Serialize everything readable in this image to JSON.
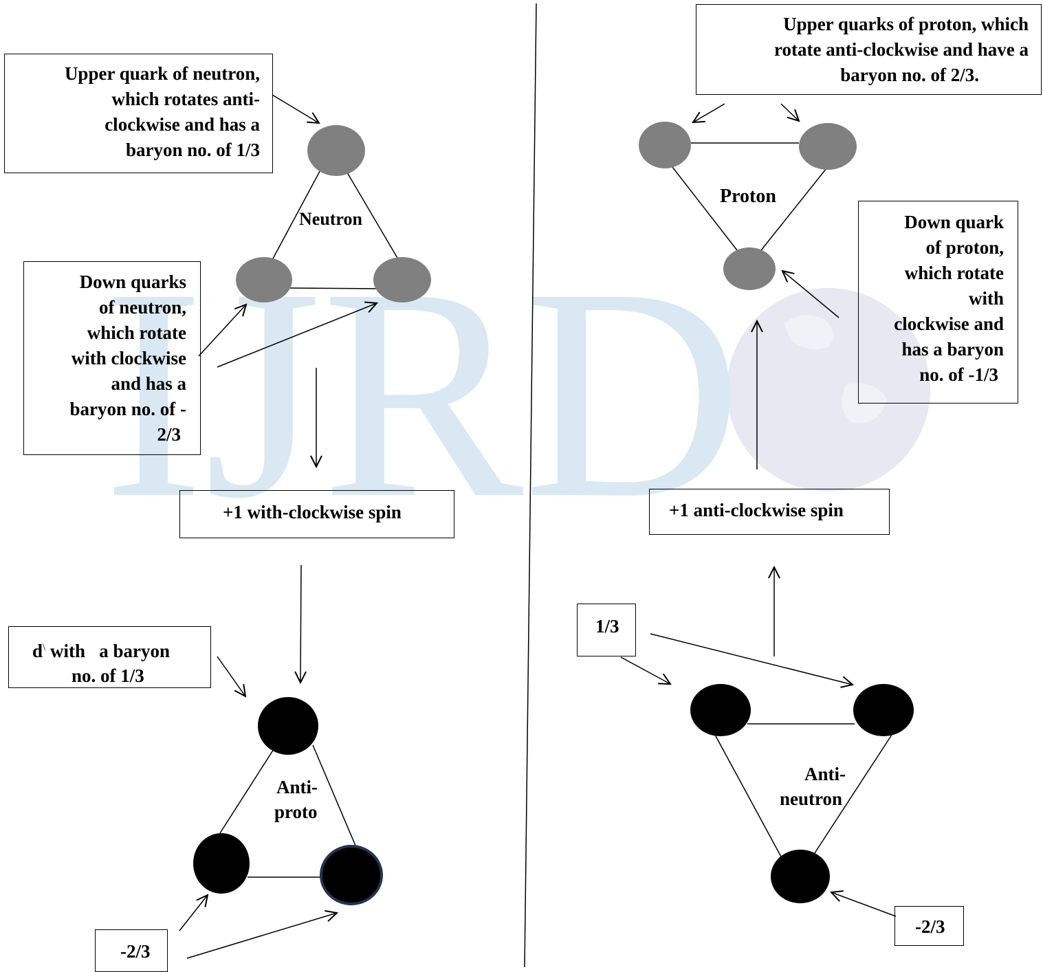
{
  "watermark": {
    "text": "IJRD",
    "letter_color": "#d9e8f2",
    "globe_color": "#e7e8f1"
  },
  "colors": {
    "quark_matter": "#808080",
    "quark_antimatter": "#000000",
    "ring_outline": "#23344d",
    "line": "#000000"
  },
  "neutron": {
    "label": "Neutron",
    "upper_note": [
      "Upper quark of neutron,",
      "which rotates anti-",
      "clockwise and has a",
      "baryon no. of 1/3"
    ],
    "down_note": [
      "Down quarks",
      "of neutron,",
      "which rotate",
      "with clockwise",
      "and has a",
      "baryon no. of -",
      "2/3"
    ],
    "spin": "+1 with-clockwise spin"
  },
  "proton": {
    "label": "Proton",
    "upper_note": [
      "Upper quarks of proton, which",
      "rotate anti-clockwise and have a",
      "baryon no. of 2/3."
    ],
    "down_note": [
      "Down quark",
      "of proton,",
      "which rotate",
      "with",
      "clockwise and",
      "has a baryon",
      "no. of -1/3"
    ],
    "spin": "+1 anti-clockwise spin"
  },
  "antiproton": {
    "label": [
      "Anti-",
      "proto"
    ],
    "d_note": {
      "prefix": "d",
      "superscript": "\\",
      "rest": " with   a baryon",
      "line2": "no. of 1/3"
    },
    "bottom_note": "-2/3"
  },
  "antineutron": {
    "label": [
      "Anti-",
      "neutron"
    ],
    "top_note": "1/3",
    "bottom_note": "-2/3"
  }
}
